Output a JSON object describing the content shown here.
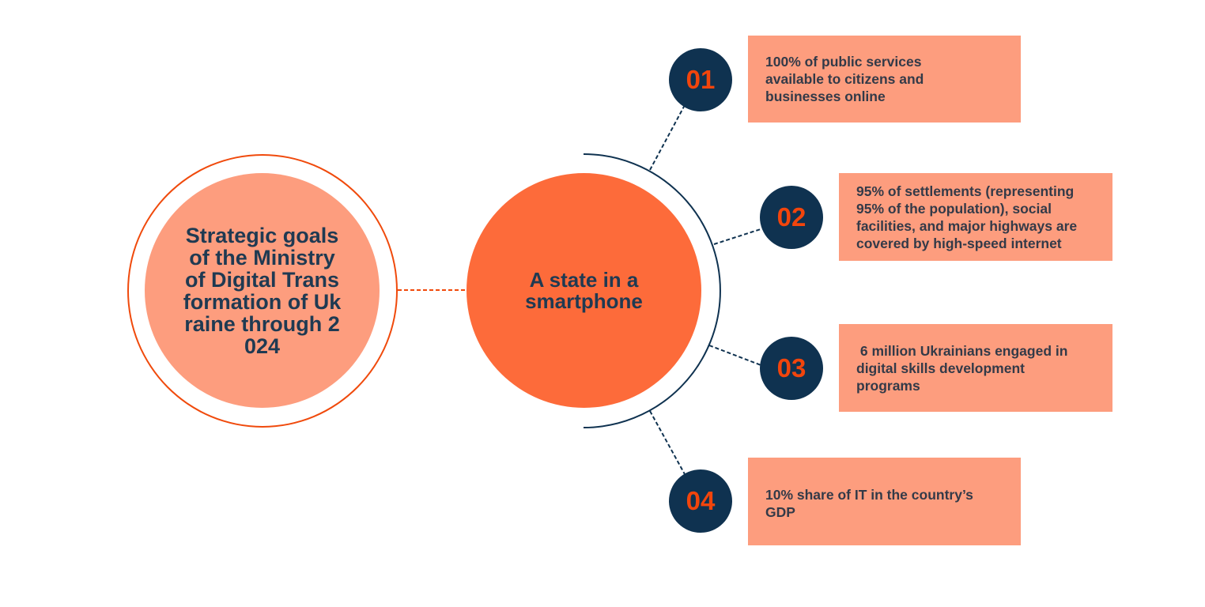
{
  "main_topic": "Strategic goals of the Ministry of Digital Transformation of Ukraine through 2024",
  "central_concept": "A state in a smartphone",
  "goals": [
    {
      "number": "01",
      "text": "100% of public services available to citizens and businesses online"
    },
    {
      "number": "02",
      "text": "95% of settlements (representing 95% of the population), social facilities, and major highways are covered by high-speed internet"
    },
    {
      "number": "03",
      "text": " 6 million Ukrainians engaged in digital skills development programs"
    },
    {
      "number": "04",
      "text": "10% share of IT in the country’s GDP"
    }
  ],
  "colors": {
    "navy": "#0f3250",
    "orange": "#fd6b3a",
    "salmon": "#fd9d7e",
    "accent": "#f04a0c"
  }
}
